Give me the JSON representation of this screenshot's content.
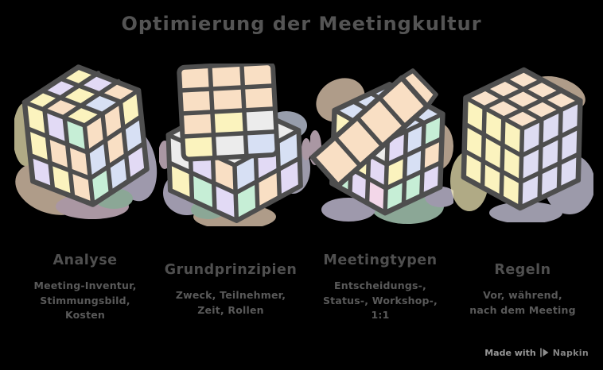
{
  "title": "Optimierung der Meetingkultur",
  "steps": [
    {
      "id": "analyse",
      "label": "Analyse",
      "description": "Meeting-Inventur,\nStimmungsbild,\nKosten",
      "illustration": "rubiks-cube-scrambled"
    },
    {
      "id": "grundprinzipien",
      "label": "Grundprinzipien",
      "description": "Zweck, Teilnehmer,\nZeit, Rollen",
      "illustration": "rubiks-cube-layer-lifted"
    },
    {
      "id": "meetingtypen",
      "label": "Meetingtypen",
      "description": "Entscheidungs-,\nStatus-, Workshop-,\n1:1",
      "illustration": "rubiks-cube-twisted"
    },
    {
      "id": "regeln",
      "label": "Regeln",
      "description": "Vor, während,\nnach dem Meeting",
      "illustration": "rubiks-cube-solved"
    }
  ],
  "watermark": {
    "prefix": "Made with",
    "brand": "Napkin"
  },
  "colors": {
    "background": "#000000",
    "outline": "#4E4E4E",
    "title_text": "#545454",
    "label_text": "#4F4F4F",
    "description_text": "#595959",
    "watermark_text": "#8C8C8C",
    "pastel_yellow": "#FBF3BE",
    "pastel_peach": "#F9DFC4",
    "pastel_lavender": "#E2DAF5",
    "pastel_periwinkle": "#DEDCF2",
    "pastel_blue": "#D7E0F4",
    "pastel_mint": "#C6EED6",
    "pastel_pink": "#F3D7E9",
    "pastel_gray": "#ECECEC"
  }
}
